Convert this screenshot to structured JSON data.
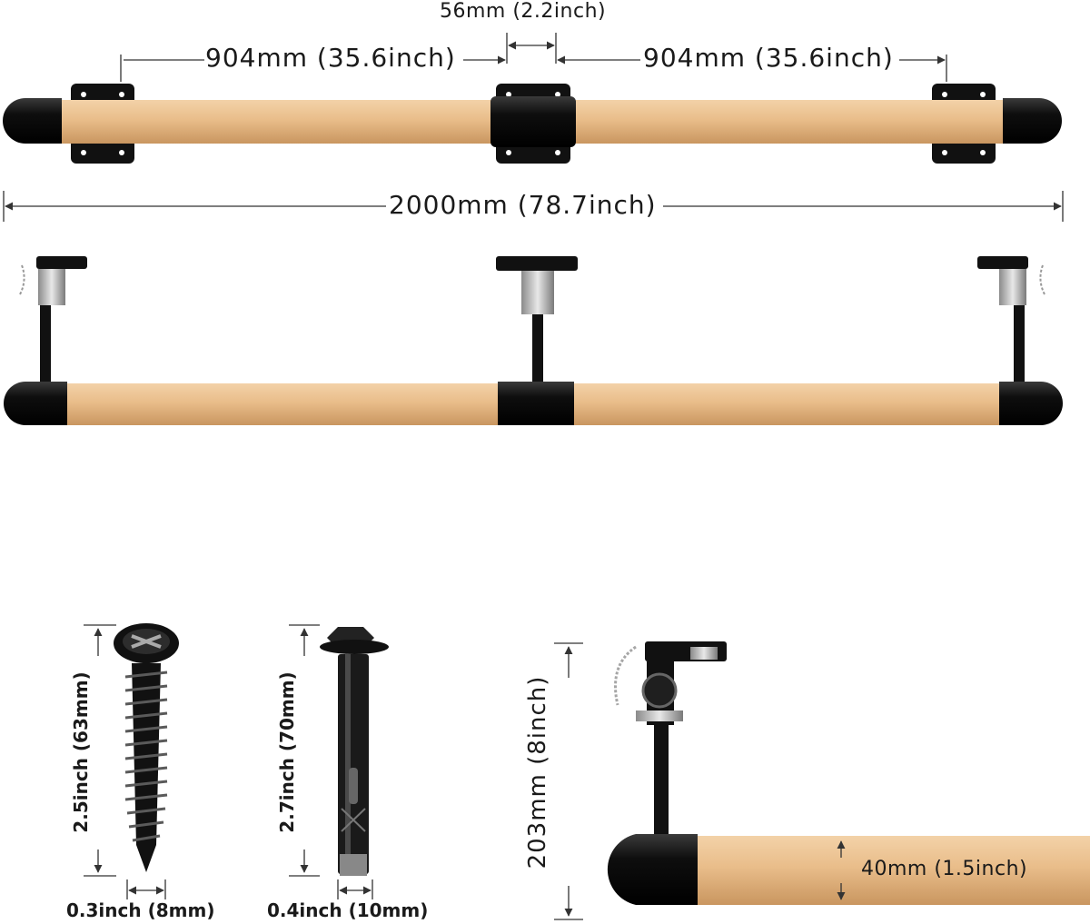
{
  "top_view": {
    "center_gap": "56mm (2.2inch)",
    "left_span": "904mm (35.6inch)",
    "right_span": "904mm (35.6inch)",
    "total_length": "2000mm (78.7inch)"
  },
  "hardware": {
    "screw_length": "2.5inch (63mm)",
    "screw_width": "0.3inch (8mm)",
    "anchor_length": "2.7inch (70mm)",
    "anchor_width": "0.4inch (10mm)"
  },
  "detail": {
    "bracket_height": "203mm (8inch)",
    "rail_diameter": "40mm (1.5inch)"
  },
  "colors": {
    "wood": "#e6b784",
    "wood_dark": "#c99660",
    "metal": "#111111",
    "dim_line": "#333333"
  }
}
